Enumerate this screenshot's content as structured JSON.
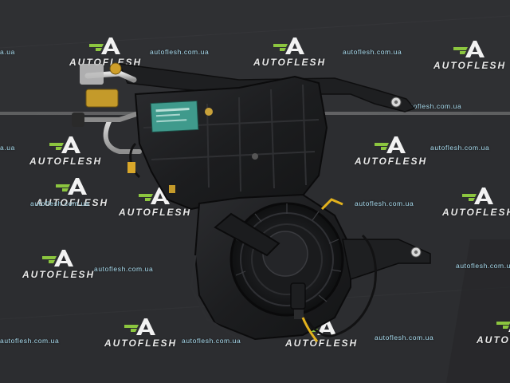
{
  "watermark": {
    "brand": "AUTOFLESH",
    "url": "autoflesh.com.ua",
    "url_short": "a.ua",
    "brand_partial": "A",
    "colors": {
      "logo_green": "#8cc63f",
      "logo_white": "#f2f2f2",
      "url_cyan": "#a9dcef"
    }
  },
  "subject": {
    "kind": "photo of HVAC blower motor heater box assembly",
    "colors": {
      "housing": "#1b1c1e",
      "label": "#3f9a8c",
      "wire_yellow": "#e3b21d",
      "pipe": "#b8b8b8"
    }
  }
}
